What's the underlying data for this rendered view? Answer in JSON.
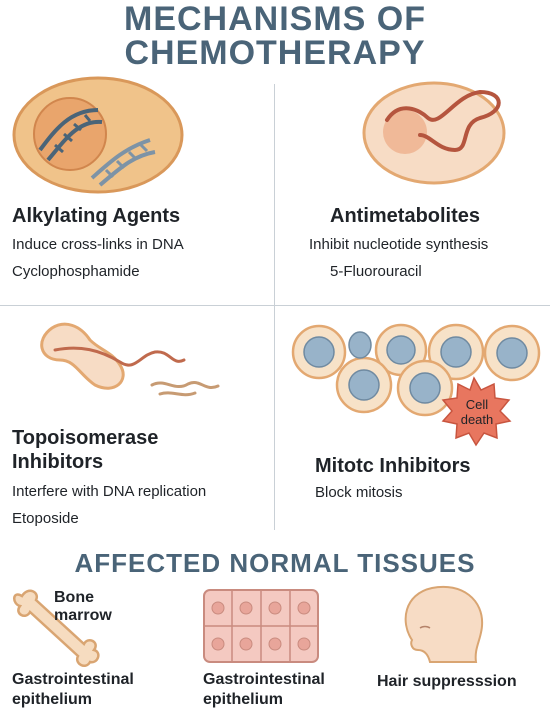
{
  "title": {
    "line1": "MECHANISMS OF",
    "line2": "CHEMOTHERAPY"
  },
  "quadrants": [
    {
      "heading": "Alkylating Agents",
      "description": "Induce cross-links in DNA",
      "example": "Cyclophosphamide",
      "icon": "dna-in-cell-icon"
    },
    {
      "heading": "Antimetabolites",
      "description": "Inhibit nucleotide synthesis",
      "example": "5-Fluorouracil",
      "icon": "strand-in-cell-icon"
    },
    {
      "heading_line1": "Topoisomerase",
      "heading_line2": "Inhibitors",
      "description": "Interfere with DNA replication",
      "example": "Etoposide",
      "icon": "broken-strand-icon"
    },
    {
      "heading": "Mitotc Inhibitors",
      "description": "Block mitosis",
      "icon": "cell-cluster-icon",
      "badge": {
        "line1": "Cell",
        "line2": "death"
      }
    }
  ],
  "affected": {
    "title": "AFFECTED NORMAL TISSUES",
    "items": [
      {
        "label_top_1": "Bone",
        "label_top_2": "marrow",
        "label_1": "Gastrointestinal",
        "label_2": "epithelium",
        "icon": "bone-icon"
      },
      {
        "label_1": "Gastrointestinal",
        "label_2": "epithelium",
        "icon": "epithelium-grid-icon"
      },
      {
        "label_1": "Hair suppresssion",
        "icon": "head-profile-icon"
      }
    ]
  },
  "colors": {
    "title": "#4a6478",
    "cell_fill": "#f7e2c8",
    "cell_stroke": "#e3a871",
    "nucleus": "#e9b77c",
    "dna": "#4a6478",
    "strand": "#b5553e",
    "blue_nucleus": "#98b3c9",
    "badge": "#e8765f",
    "tissue_pink": "#f2c4bc"
  }
}
